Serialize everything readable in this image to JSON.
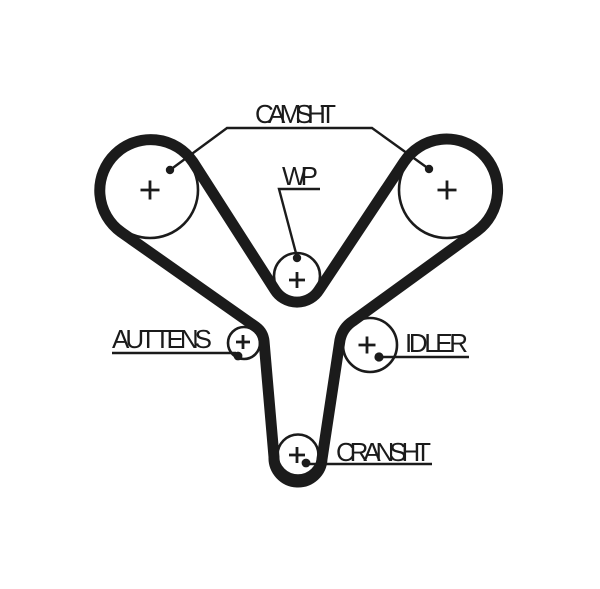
{
  "diagram": {
    "type": "timing-belt-routing",
    "colors": {
      "line": "#1b1b1b",
      "background": "#ffffff"
    },
    "labels": {
      "camshaft": "CAMSHT",
      "water_pump": "WP",
      "tensioner": "AUT TENS",
      "idler": "IDLER",
      "crankshaft": "CRANSHT"
    },
    "pulleys": [
      {
        "id": "camshaft-left",
        "label": "CAMSHT",
        "marker": "plus-center-mark"
      },
      {
        "id": "camshaft-right",
        "label": "CAMSHT",
        "marker": "plus-center-mark"
      },
      {
        "id": "water-pump",
        "label": "WP",
        "marker": "plus-center-mark"
      },
      {
        "id": "tensioner",
        "label": "AUT TENS",
        "marker": "plus-center-mark"
      },
      {
        "id": "idler",
        "label": "IDLER",
        "marker": "plus-center-mark"
      },
      {
        "id": "crankshaft",
        "label": "CRANSHT",
        "marker": "plus-center-mark"
      }
    ]
  }
}
